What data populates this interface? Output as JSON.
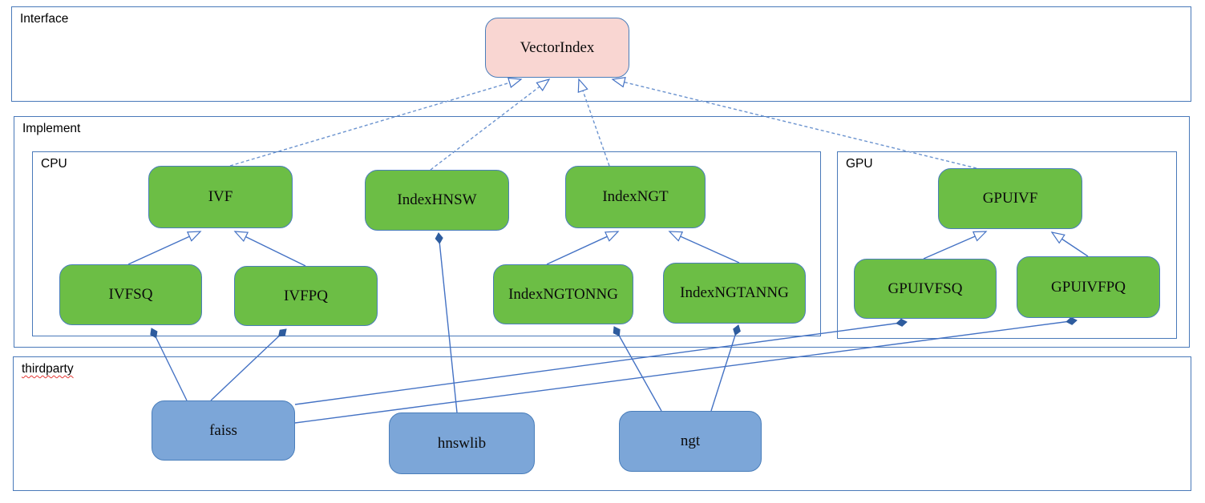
{
  "containers": {
    "interface": {
      "label": "Interface"
    },
    "implement": {
      "label": "Implement"
    },
    "cpu": {
      "label": "CPU"
    },
    "gpu": {
      "label": "GPU"
    },
    "thirdparty": {
      "label": "thirdparty"
    }
  },
  "nodes": {
    "vectorindex": {
      "label": "VectorIndex"
    },
    "ivf": {
      "label": "IVF"
    },
    "indexhnsw": {
      "label": "IndexHNSW"
    },
    "indexngt": {
      "label": "IndexNGT"
    },
    "ivfsq": {
      "label": "IVFSQ"
    },
    "ivfpq": {
      "label": "IVFPQ"
    },
    "indexngtonng": {
      "label": "IndexNGTONNG"
    },
    "indexngtanng": {
      "label": "IndexNGTANNG"
    },
    "gpuivf": {
      "label": "GPUIVF"
    },
    "gpuivfsq": {
      "label": "GPUIVFSQ"
    },
    "gpuivfpq": {
      "label": "GPUIVFPQ"
    },
    "faiss": {
      "label": "faiss"
    },
    "hnswlib": {
      "label": "hnswlib"
    },
    "ngt": {
      "label": "ngt"
    }
  },
  "edges": [
    {
      "from": "IVF",
      "to": "VectorIndex",
      "type": "realization-dashed-hollow-arrow"
    },
    {
      "from": "IndexHNSW",
      "to": "VectorIndex",
      "type": "realization-dashed-hollow-arrow"
    },
    {
      "from": "IndexNGT",
      "to": "VectorIndex",
      "type": "realization-dashed-hollow-arrow"
    },
    {
      "from": "GPUIVF",
      "to": "VectorIndex",
      "type": "realization-dashed-hollow-arrow"
    },
    {
      "from": "IVFSQ",
      "to": "IVF",
      "type": "generalization-hollow-arrow"
    },
    {
      "from": "IVFPQ",
      "to": "IVF",
      "type": "generalization-hollow-arrow"
    },
    {
      "from": "IndexNGTONNG",
      "to": "IndexNGT",
      "type": "generalization-hollow-arrow"
    },
    {
      "from": "IndexNGTANNG",
      "to": "IndexNGT",
      "type": "generalization-hollow-arrow"
    },
    {
      "from": "GPUIVFSQ",
      "to": "GPUIVF",
      "type": "generalization-hollow-arrow"
    },
    {
      "from": "GPUIVFPQ",
      "to": "GPUIVF",
      "type": "generalization-hollow-arrow"
    },
    {
      "owner": "IVFSQ",
      "component": "faiss",
      "type": "composition-diamond"
    },
    {
      "owner": "IVFPQ",
      "component": "faiss",
      "type": "composition-diamond"
    },
    {
      "owner": "IndexHNSW",
      "component": "hnswlib",
      "type": "composition-diamond"
    },
    {
      "owner": "IndexNGTONNG",
      "component": "ngt",
      "type": "composition-diamond"
    },
    {
      "owner": "IndexNGTANNG",
      "component": "ngt",
      "type": "composition-diamond"
    },
    {
      "owner": "GPUIVFSQ",
      "component": "faiss",
      "type": "composition-diamond"
    },
    {
      "owner": "GPUIVFPQ",
      "component": "faiss",
      "type": "composition-diamond"
    }
  ],
  "colors": {
    "interface_node_fill": "#f9d6d2",
    "implement_node_fill": "#6cbe45",
    "thirdparty_node_fill": "#7ca6d8",
    "node_border": "#4a7ebb",
    "container_border": "#4979b9",
    "connector": "#4472c4",
    "dashed_connector": "#6b93cf",
    "diamond_fill": "#2e5c9e",
    "spellcheck_underline": "#e53935"
  }
}
